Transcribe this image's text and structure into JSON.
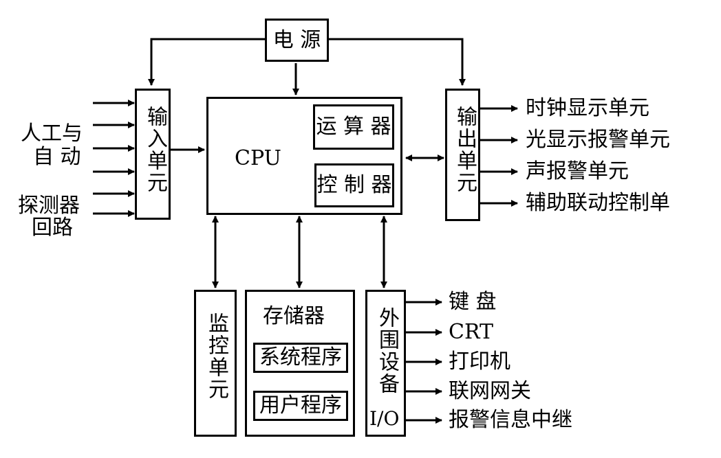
{
  "power": "电 源",
  "input_unit": "输入单元",
  "output_unit": "输出单元",
  "cpu": {
    "label": "CPU",
    "alu": "运 算 器",
    "controller": "控 制 器"
  },
  "left_inputs": {
    "manual_auto_1": "人工与",
    "manual_auto_2": "自 动",
    "detector_1": "探测器",
    "detector_2": "回路"
  },
  "outputs": [
    "时钟显示单元",
    "光显示报警单元",
    "声报警单元",
    "辅助联动控制单"
  ],
  "monitor_unit": "监控单元",
  "memory": {
    "title": "存储器",
    "system_program": "系统程序",
    "user_program": "用户程序"
  },
  "peripheral": {
    "label": "外围设备",
    "io": "I/O"
  },
  "peripheral_outputs": [
    "键 盘",
    "CRT",
    "打印机",
    "联网网关",
    "报警信息中继"
  ]
}
